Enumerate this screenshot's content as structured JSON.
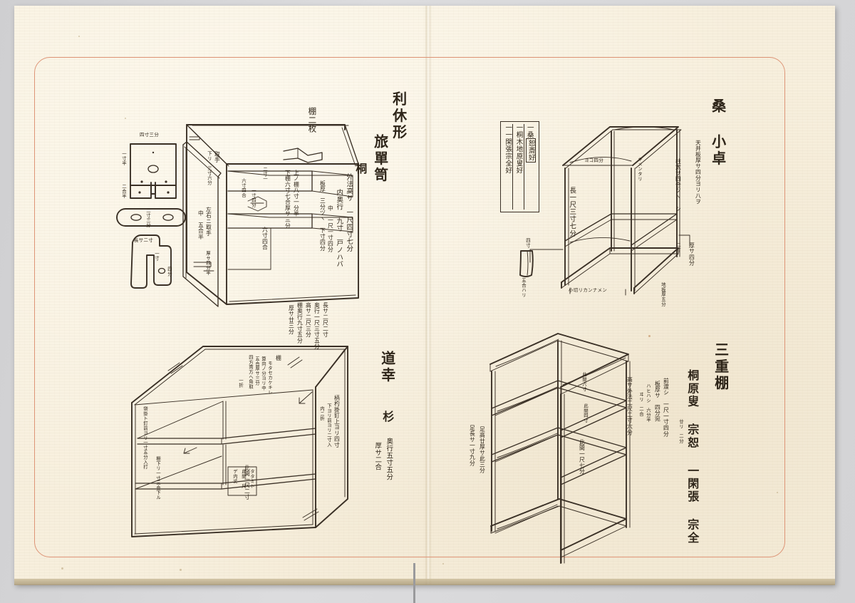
{
  "page": {
    "kind": "woodblock-printed design manual page",
    "paper_color": "#f7efdd",
    "border_color": "#dd9476",
    "ink_color": "#3a3026",
    "mount_color": "#d8d8d8"
  },
  "figures": {
    "tabidansu": {
      "title": "利休形",
      "subtitle": "旅單笥",
      "material": "桐",
      "shelf_note": "棚二枚",
      "specs_right": [
        "外法高サ　一尺四寸七分",
        "内奥行　九寸　戸ノハバ",
        "中　一尺一寸四分",
        "板厚　三分ヅヽ　下寸四分"
      ],
      "specs_inner": [
        "上ノ棚八寸一分半",
        "下棚六寸七合厚サ三分"
      ],
      "specs_left": [
        "下リ　三寸六分",
        "取手",
        "左右ニ取手",
        "中　五合半",
        "厚サ四分半"
      ],
      "specs_bottom": [
        "長サ二尺二寸",
        "奥行一尺三寸五分",
        "高サ二尺三分",
        "棚奥行九寸五分",
        "厚サ廿三分"
      ],
      "inline_marks": [
        "二寸一",
        "六寸四合",
        "一寸四分",
        "六寸四合"
      ],
      "detail_left": {
        "plate_label": "四寸三分",
        "plate_height": "一寸半",
        "plate_foot": "二合半",
        "strap_label": "二寸三分",
        "hook_label": "長サ二寸",
        "hook_h": "一寸",
        "hook_w": "四分"
      }
    },
    "kuwa_kotaku": {
      "title": "桑",
      "subtitle": "小卓",
      "specs": [
        "天井板厚サ四分ヨリ八ヲ",
        "柱太サ四合ツヽ シ",
        "長一尺三寸七分",
        "二寸",
        "厚サ四分",
        "地板厚五分"
      ],
      "wedge": {
        "top": "四寸",
        "bottom": "五合ハリ"
      },
      "edge_notes": [
        "小切リカンナメン",
        "キメンタリ",
        "ヨコ四分"
      ],
      "table_box": {
        "columns": [
          [
            "一",
            "桑",
            "恕斎好"
          ],
          [
            "一",
            "桐木地",
            "原叟好"
          ],
          [
            "一",
            "一閑張",
            "宗全好"
          ]
        ]
      }
    },
    "dokou": {
      "title": "道幸",
      "material": "杉",
      "specs": [
        "奥行五寸五分",
        "厚サ二合"
      ],
      "specs_top": [
        "棚",
        "モタセカケキレ",
        "算向ノ分ヨリ中",
        "五合厚サ三分",
        "四方両方ヘ角取",
        "一折"
      ],
      "specs_right": [
        "柄杓掛釘上ヨリ四寸",
        "下ヨリ前ヨリ二寸入",
        "内ニ折"
      ],
      "specs_left": [
        "袋掛ト釘前ヨリ一寸五分入打",
        "棚下リ一寸三合下ル"
      ],
      "inner_label": "此間一尺二寸",
      "small_box": [
        "タタミト",
        "此間一尺",
        "デ内丈"
      ]
    },
    "sanjudana": {
      "title": "三重棚",
      "material_line": "桐原叟 宗恕 一閑張 宗全",
      "specs_right": [
        "高サ外法二尺二寸六分",
        "廿リ　二分"
      ],
      "specs_under_title": [
        "前渡シ　一尺一寸四分",
        "板厚サ　四分宛",
        "ハヒハシ　六分半",
        "ヰリ　二合"
      ],
      "specs_left": [
        "足高廿厚サ此三分",
        "足長サ一寸九分"
      ],
      "inner_labels": [
        "此間六寸",
        "此間四寸",
        "此間一尺七分"
      ]
    }
  }
}
